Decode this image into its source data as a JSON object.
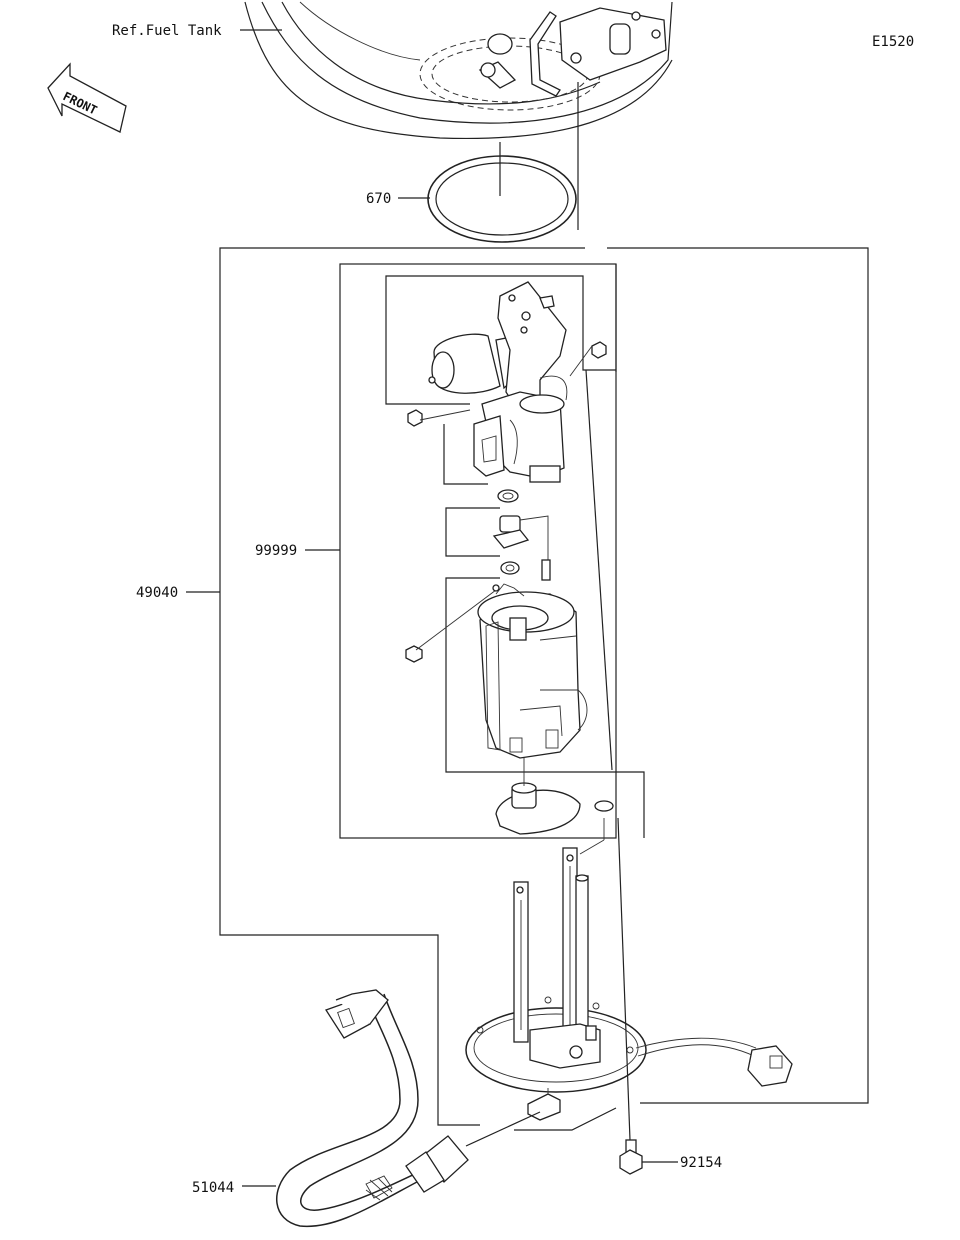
{
  "diagram": {
    "code": "E1520",
    "front_label": "FRONT",
    "ref_label": "Ref.Fuel Tank",
    "callouts": {
      "gasket": "670",
      "pump_assy": "49040",
      "sub_assy": "99999",
      "hose": "51044",
      "bolt": "92154"
    }
  }
}
